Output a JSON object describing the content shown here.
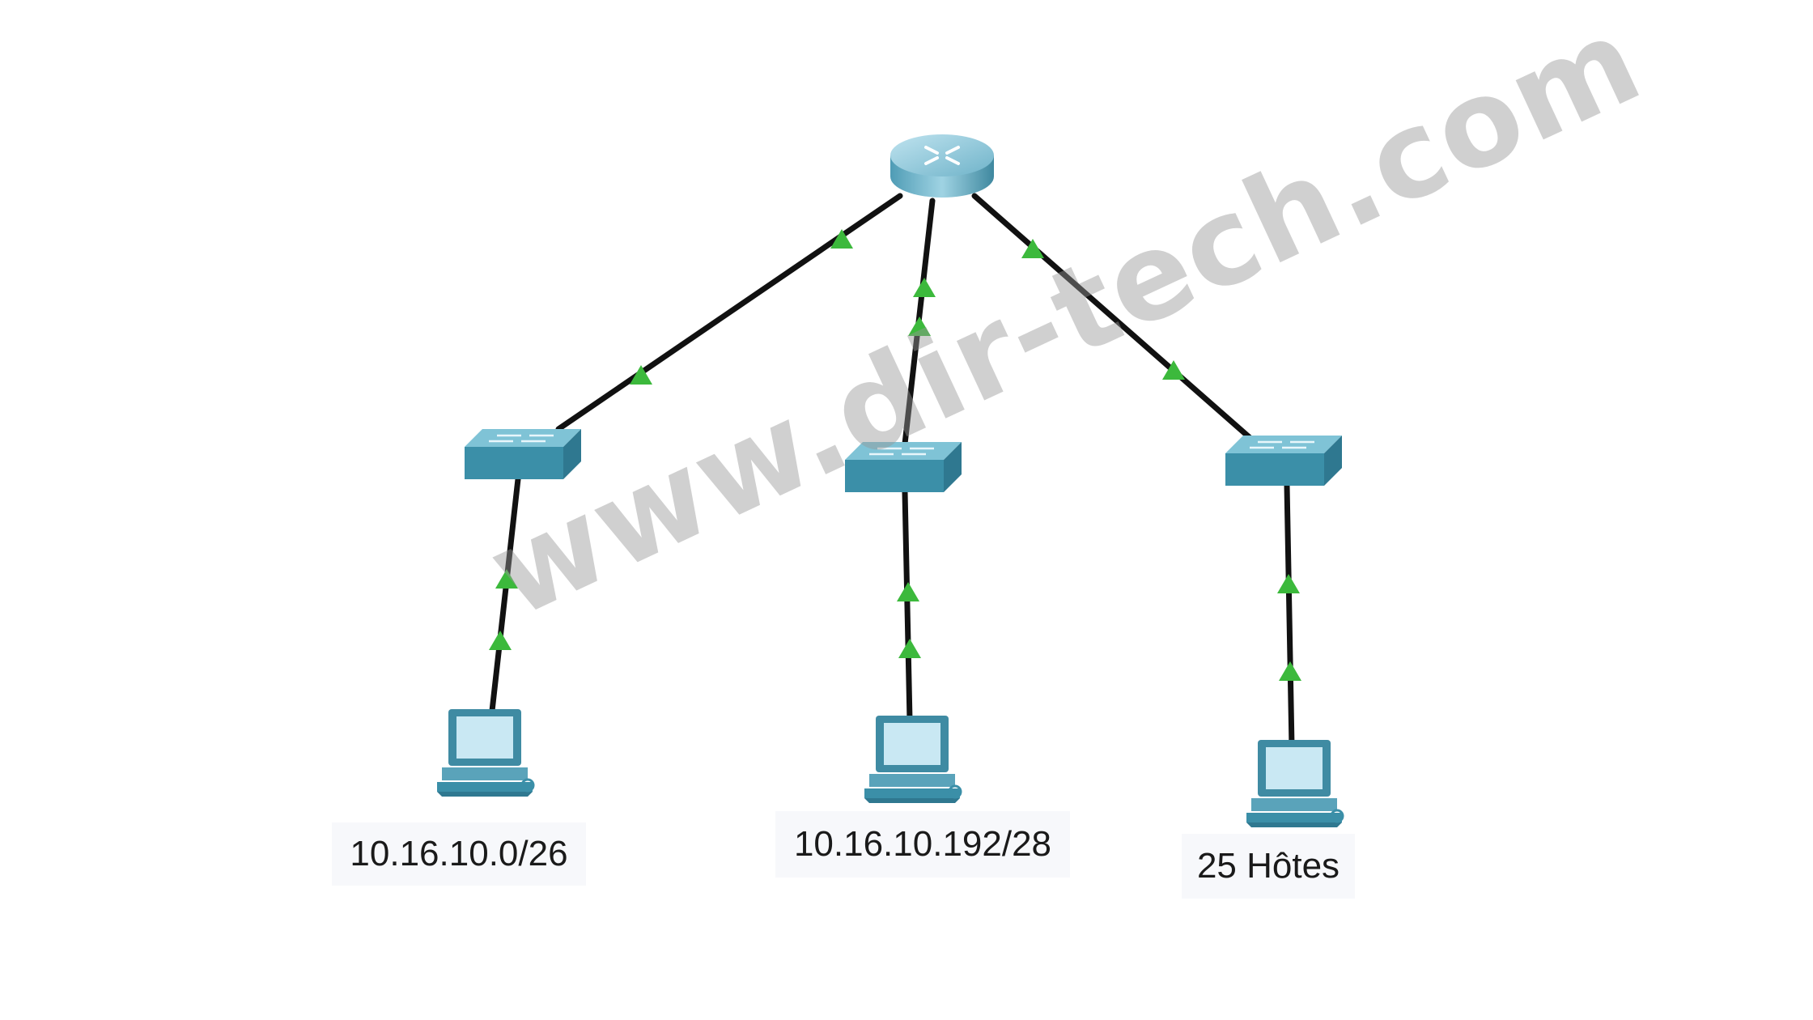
{
  "labels": {
    "left": "10.16.10.0/26",
    "middle": "10.16.10.192/28",
    "right": "25 Hôtes"
  },
  "watermark": "www.dir-tech.com",
  "devices": [
    "router-icon",
    "switch-icon",
    "switch-icon",
    "switch-icon",
    "pc-icon",
    "pc-icon",
    "pc-icon"
  ],
  "colors": {
    "link": "#111111",
    "link_up_indicator": "#3cb93c",
    "device": "#3b8fa8",
    "label_bg": "#f7f8fb"
  }
}
